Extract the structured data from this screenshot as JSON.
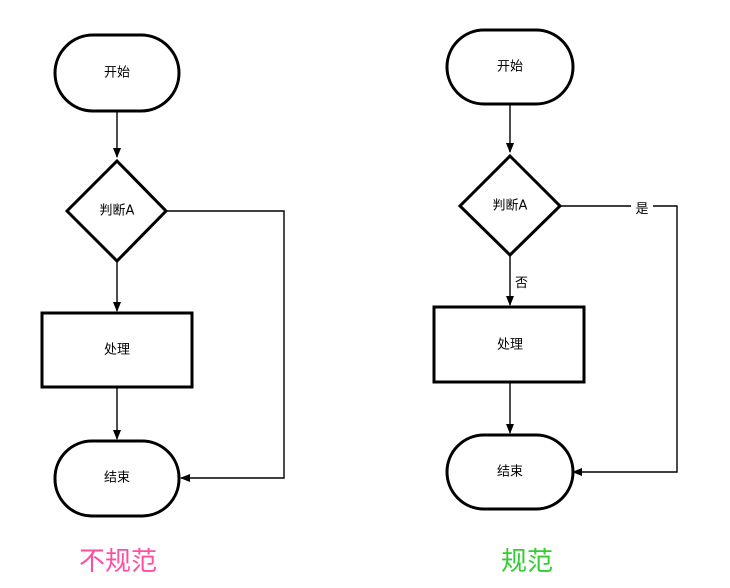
{
  "colors": {
    "caption_left": "#ff4fa3",
    "caption_right": "#33cc33",
    "stroke": "#000000",
    "fill": "#ffffff"
  },
  "left_diagram": {
    "caption": "不规范",
    "nodes": {
      "start": "开始",
      "decision": "判断A",
      "process": "处理",
      "end": "结束"
    }
  },
  "right_diagram": {
    "caption": "规范",
    "nodes": {
      "start": "开始",
      "decision": "判断A",
      "process": "处理",
      "end": "结束"
    },
    "edge_labels": {
      "yes": "是",
      "no": "否"
    }
  }
}
